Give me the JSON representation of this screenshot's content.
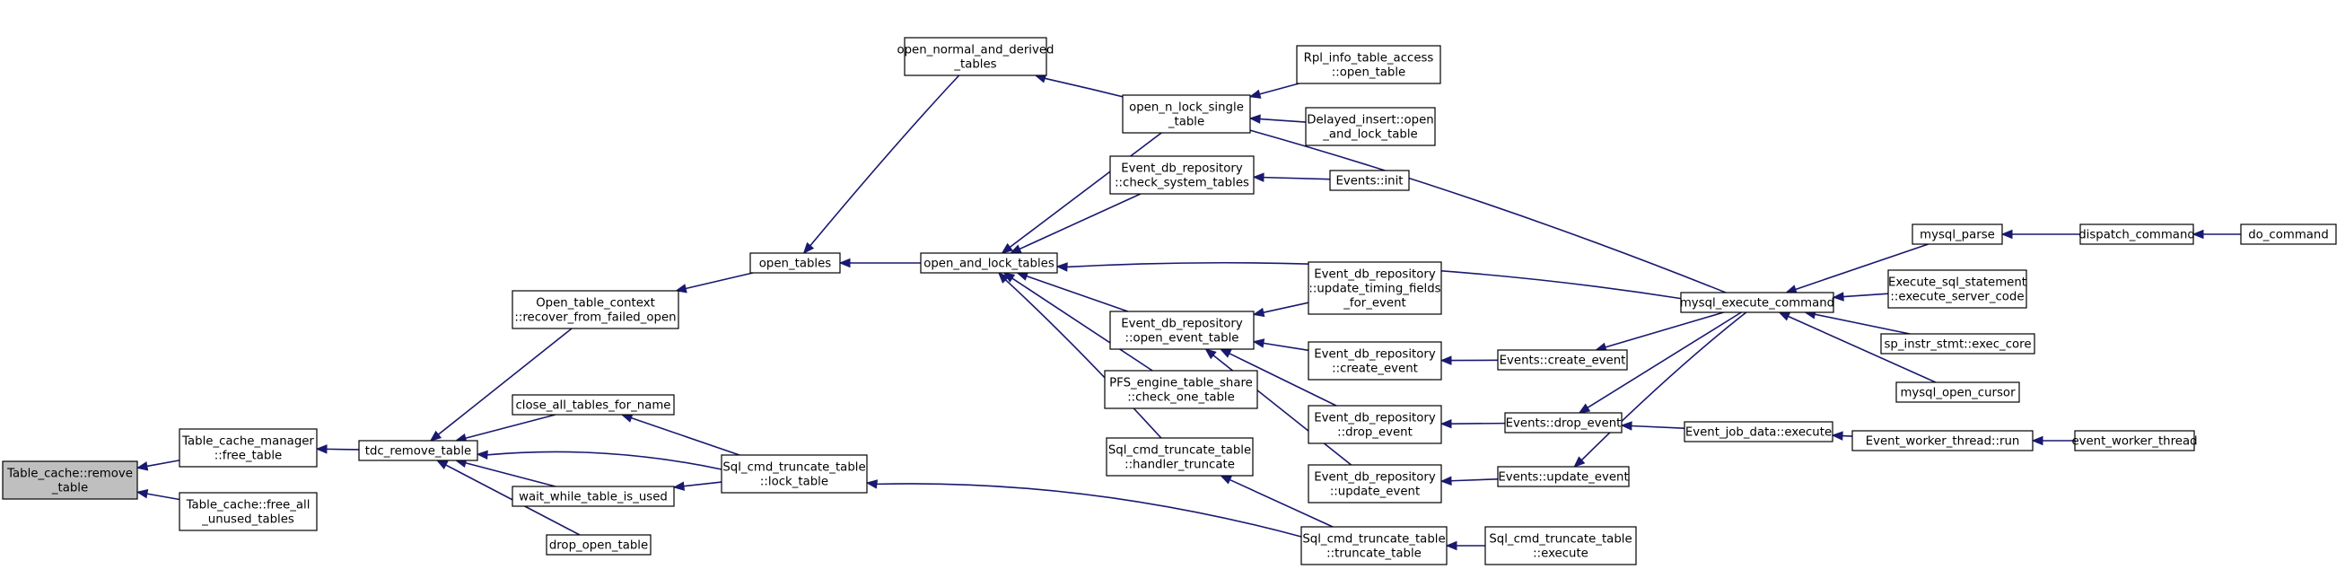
{
  "graph": {
    "type": "call-graph",
    "colors": {
      "edge": "#191970",
      "root_fill": "#bfbfbf",
      "node_fill": "#ffffff",
      "border": "#000000"
    },
    "nodes": [
      {
        "id": "n1",
        "lines": [
          "Table_cache::remove",
          "_table"
        ],
        "root": true
      },
      {
        "id": "n2",
        "lines": [
          "Table_cache_manager",
          "::free_table"
        ]
      },
      {
        "id": "n3",
        "lines": [
          "Table_cache::free_all",
          "_unused_tables"
        ]
      },
      {
        "id": "n4",
        "lines": [
          "tdc_remove_table"
        ]
      },
      {
        "id": "n5",
        "lines": [
          "Open_table_context",
          "::recover_from_failed_open"
        ]
      },
      {
        "id": "n6",
        "lines": [
          "close_all_tables_for_name"
        ]
      },
      {
        "id": "n7",
        "lines": [
          "wait_while_table_is_used"
        ]
      },
      {
        "id": "n8",
        "lines": [
          "drop_open_table"
        ]
      },
      {
        "id": "n9",
        "lines": [
          "Sql_cmd_truncate_table",
          "::lock_table"
        ]
      },
      {
        "id": "n10",
        "lines": [
          "open_tables"
        ]
      },
      {
        "id": "n11",
        "lines": [
          "open_normal_and_derived",
          "_tables"
        ]
      },
      {
        "id": "n12",
        "lines": [
          "open_and_lock_tables"
        ]
      },
      {
        "id": "n13",
        "lines": [
          "open_n_lock_single",
          "_table"
        ]
      },
      {
        "id": "n14",
        "lines": [
          "Event_db_repository",
          "::check_system_tables"
        ]
      },
      {
        "id": "n15",
        "lines": [
          "Event_db_repository",
          "::open_event_table"
        ]
      },
      {
        "id": "n16",
        "lines": [
          "PFS_engine_table_share",
          "::check_one_table"
        ]
      },
      {
        "id": "n17",
        "lines": [
          "Sql_cmd_truncate_table",
          "::handler_truncate"
        ]
      },
      {
        "id": "n18",
        "lines": [
          "Rpl_info_table_access",
          "::open_table"
        ]
      },
      {
        "id": "n19",
        "lines": [
          "Delayed_insert::open",
          "_and_lock_table"
        ]
      },
      {
        "id": "n20",
        "lines": [
          "Events::init"
        ]
      },
      {
        "id": "n21",
        "lines": [
          "Event_db_repository",
          "::update_timing_fields",
          "_for_event"
        ]
      },
      {
        "id": "n22",
        "lines": [
          "Event_db_repository",
          "::create_event"
        ]
      },
      {
        "id": "n23",
        "lines": [
          "Event_db_repository",
          "::drop_event"
        ]
      },
      {
        "id": "n24",
        "lines": [
          "Event_db_repository",
          "::update_event"
        ]
      },
      {
        "id": "n25",
        "lines": [
          "Sql_cmd_truncate_table",
          "::truncate_table"
        ]
      },
      {
        "id": "n26",
        "lines": [
          "Events::create_event"
        ]
      },
      {
        "id": "n27",
        "lines": [
          "Events::drop_event"
        ]
      },
      {
        "id": "n28",
        "lines": [
          "Events::update_event"
        ]
      },
      {
        "id": "n29",
        "lines": [
          "Sql_cmd_truncate_table",
          "::execute"
        ]
      },
      {
        "id": "n30",
        "lines": [
          "mysql_execute_command"
        ]
      },
      {
        "id": "n31",
        "lines": [
          "Event_job_data::execute"
        ]
      },
      {
        "id": "n32",
        "lines": [
          "mysql_parse"
        ]
      },
      {
        "id": "n33",
        "lines": [
          "Execute_sql_statement",
          "::execute_server_code"
        ]
      },
      {
        "id": "n34",
        "lines": [
          "sp_instr_stmt::exec_core"
        ]
      },
      {
        "id": "n35",
        "lines": [
          "mysql_open_cursor"
        ]
      },
      {
        "id": "n36",
        "lines": [
          "Event_worker_thread::run"
        ]
      },
      {
        "id": "n37",
        "lines": [
          "dispatch_command"
        ]
      },
      {
        "id": "n38",
        "lines": [
          "do_command"
        ]
      },
      {
        "id": "n39",
        "lines": [
          "event_worker_thread"
        ]
      }
    ],
    "edges": [
      {
        "from": "n2",
        "to": "n1"
      },
      {
        "from": "n3",
        "to": "n1"
      },
      {
        "from": "n4",
        "to": "n2"
      },
      {
        "from": "n5",
        "to": "n4"
      },
      {
        "from": "n6",
        "to": "n4"
      },
      {
        "from": "n7",
        "to": "n4"
      },
      {
        "from": "n8",
        "to": "n4"
      },
      {
        "from": "n9",
        "to": "n4"
      },
      {
        "from": "n9",
        "to": "n6"
      },
      {
        "from": "n9",
        "to": "n7"
      },
      {
        "from": "n10",
        "to": "n5"
      },
      {
        "from": "n11",
        "to": "n10"
      },
      {
        "from": "n12",
        "to": "n10"
      },
      {
        "from": "n13",
        "to": "n12"
      },
      {
        "from": "n14",
        "to": "n12"
      },
      {
        "from": "n15",
        "to": "n12"
      },
      {
        "from": "n16",
        "to": "n12"
      },
      {
        "from": "n17",
        "to": "n12"
      },
      {
        "from": "n25",
        "to": "n9"
      },
      {
        "from": "n25",
        "to": "n17"
      },
      {
        "from": "n18",
        "to": "n13"
      },
      {
        "from": "n19",
        "to": "n13"
      },
      {
        "from": "n20",
        "to": "n14"
      },
      {
        "from": "n21",
        "to": "n15"
      },
      {
        "from": "n22",
        "to": "n15"
      },
      {
        "from": "n23",
        "to": "n15"
      },
      {
        "from": "n24",
        "to": "n15"
      },
      {
        "from": "n26",
        "to": "n22"
      },
      {
        "from": "n27",
        "to": "n23"
      },
      {
        "from": "n28",
        "to": "n24"
      },
      {
        "from": "n29",
        "to": "n25"
      },
      {
        "from": "n30",
        "to": "n11"
      },
      {
        "from": "n30",
        "to": "n12"
      },
      {
        "from": "n30",
        "to": "n26"
      },
      {
        "from": "n30",
        "to": "n27"
      },
      {
        "from": "n30",
        "to": "n28"
      },
      {
        "from": "n31",
        "to": "n27"
      },
      {
        "from": "n32",
        "to": "n30"
      },
      {
        "from": "n33",
        "to": "n30"
      },
      {
        "from": "n34",
        "to": "n30"
      },
      {
        "from": "n35",
        "to": "n30"
      },
      {
        "from": "n36",
        "to": "n31"
      },
      {
        "from": "n37",
        "to": "n32"
      },
      {
        "from": "n38",
        "to": "n37"
      },
      {
        "from": "n39",
        "to": "n36"
      }
    ]
  }
}
